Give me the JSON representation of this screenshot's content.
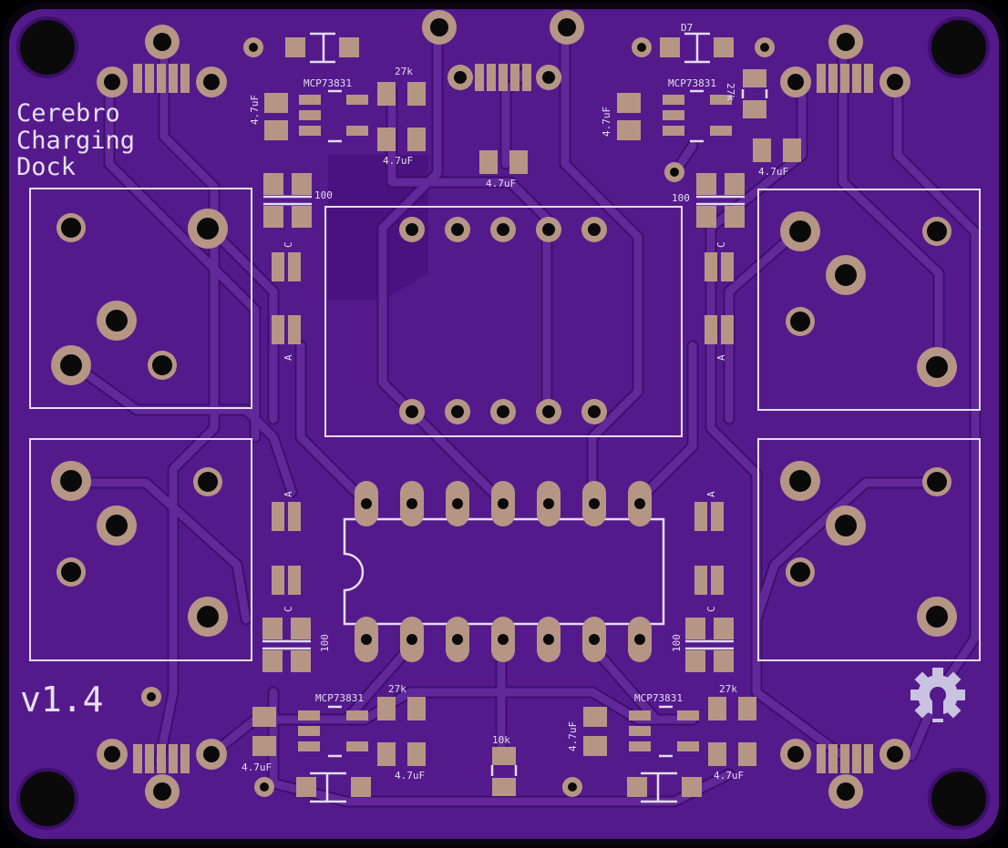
{
  "board": {
    "title_lines": [
      "Cerebro",
      "Charging",
      "Dock"
    ],
    "version": "v1.4",
    "colors": {
      "edge": "#0a0410",
      "board": "#541a8c",
      "trace": "#62289a",
      "trace_edge": "#3c0f6b",
      "pad": "#b59684",
      "hole": "#0a0a0a",
      "silk": "#e4dcf0",
      "zone": "#460f78"
    }
  },
  "labels": {
    "d7": "D7",
    "mcp_tl": "MCP73831",
    "mcp_tr": "MCP73831",
    "mcp_bl": "MCP73831",
    "mcp_br": "MCP73831",
    "r27k_tl": "27k",
    "r27k_tr": "27k",
    "r27k_bl": "27k",
    "r27k_br": "27k",
    "c47_tl_a": "4.7uF",
    "c47_tl_b": "4.7uF",
    "c47_tc": "4.7uF",
    "c47_tr_a": "4.7uF",
    "c47_tr_b": "4.7uF",
    "c47_bl_a": "4.7uF",
    "c47_bl_b": "4.7uF",
    "c47_br_a": "4.7uF",
    "c47_br_b": "4.7uF",
    "r100_tl": "100",
    "r100_tr": "100",
    "r100_bl": "100",
    "r100_br": "100",
    "c_tl": "C",
    "c_tr": "C",
    "c_bl": "C",
    "c_br": "C",
    "a_tl": "A",
    "a_tr": "A",
    "a_bl": "A",
    "a_br": "A",
    "r10k": "10k"
  }
}
